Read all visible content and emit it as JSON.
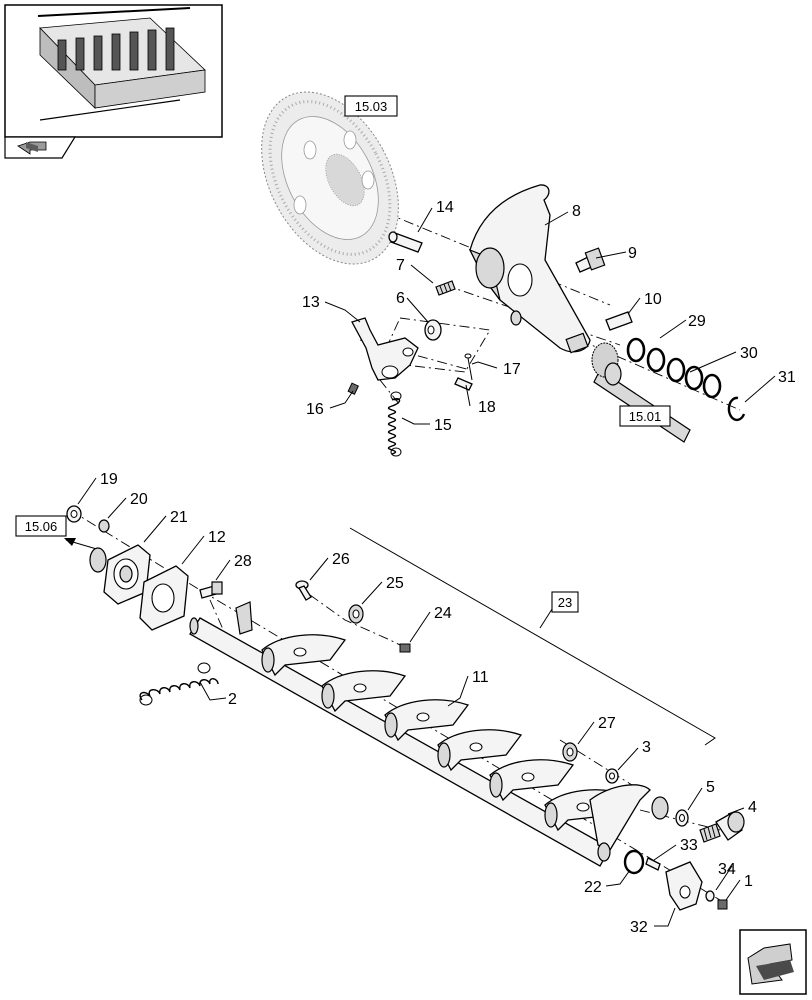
{
  "callouts": {
    "c1": "1",
    "c2": "2",
    "c3": "3",
    "c4": "4",
    "c5": "5",
    "c6": "6",
    "c7": "7",
    "c8": "8",
    "c9": "9",
    "c10": "10",
    "c11": "11",
    "c12": "12",
    "c13": "13",
    "c14": "14",
    "c15": "15",
    "c16": "16",
    "c17": "17",
    "c18": "18",
    "c19": "19",
    "c20": "20",
    "c21": "21",
    "c22": "22",
    "c24": "24",
    "c25": "25",
    "c26": "26",
    "c27": "27",
    "c28": "28",
    "c29": "29",
    "c30": "30",
    "c31": "31",
    "c32": "32",
    "c33": "33",
    "c34": "34"
  },
  "references": {
    "r1503": "15.03",
    "r1501": "15.01",
    "r1506": "15.06",
    "r23": "23"
  },
  "icons": {
    "thumbnail": "machine-overview-thumbnail",
    "nav_top": "back-arrow-icon",
    "nav_bottom": "next-page-arrow-icon"
  }
}
